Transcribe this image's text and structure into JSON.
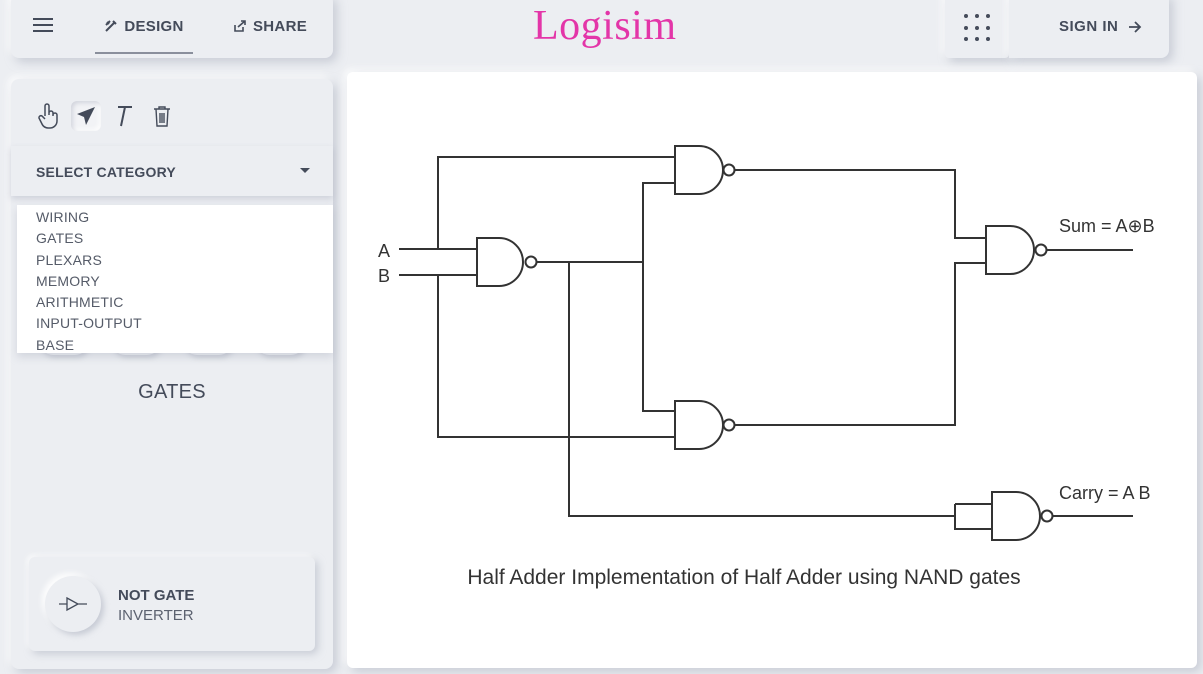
{
  "nav": {
    "design_label": "DESIGN",
    "share_label": "SHARE",
    "logo": "Logisim",
    "signin_label": "SIGN IN",
    "icons": [
      "menu-icon",
      "design-tools-icon",
      "share-icon",
      "apps-grid-icon",
      "arrow-right-icon"
    ]
  },
  "toolbar": {
    "tools": [
      "hand-pointer-icon",
      "cursor-arrow-icon",
      "text-tool-icon",
      "trash-icon"
    ],
    "active_tool": "cursor-arrow-icon"
  },
  "sidebar": {
    "select_label": "SELECT CATEGORY",
    "categories": [
      "WIRING",
      "GATES",
      "PLEXARS",
      "MEMORY",
      "ARITHMETIC",
      "INPUT-OUTPUT",
      "BASE"
    ],
    "section_title": "GATES",
    "component": {
      "title": "NOT GATE",
      "subtitle": "INVERTER",
      "icon": "not-gate-icon"
    }
  },
  "canvas": {
    "input_a": "A",
    "input_b": "B",
    "sum_label": "Sum = A⊕B",
    "carry_label": "Carry = A B",
    "caption": "Half Adder Implementation of Half Adder using NAND gates"
  },
  "colors": {
    "background": "#eceef2",
    "logo": "#e335a8",
    "text": "#444b5a",
    "canvas": "#ffffff"
  }
}
